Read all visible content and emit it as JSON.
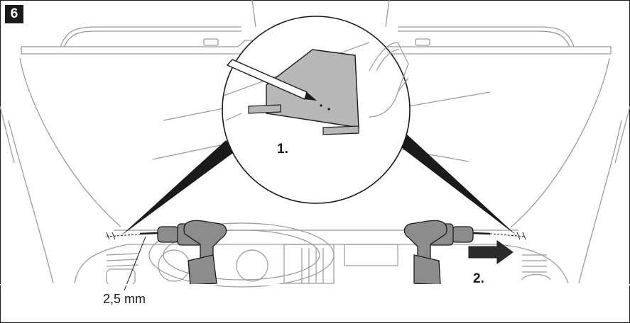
{
  "figure": {
    "step_number": "6",
    "callouts": {
      "step1": "1.",
      "step2": "2.",
      "drill_size": "2,5 mm"
    },
    "colors": {
      "line": "#9a9a9a",
      "ink": "#1a1a1a",
      "part_fill": "#b7b7b7",
      "drill_fill": "#8c8c8c",
      "arrow_fill": "#2b2b2b"
    }
  }
}
